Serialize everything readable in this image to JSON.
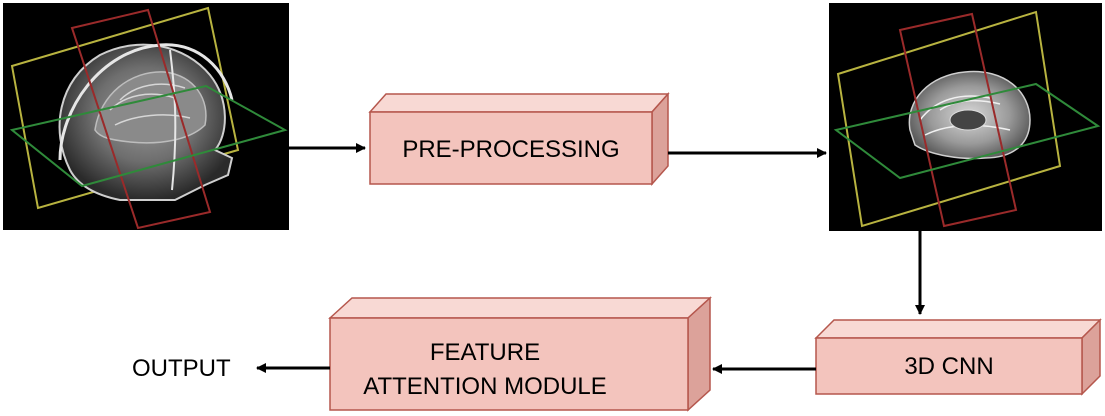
{
  "diagram": {
    "input_image": {
      "icon": "mri-head-3d-slices-icon"
    },
    "preprocessing_box": {
      "label": "PRE-PROCESSING"
    },
    "preprocessed_image": {
      "icon": "mri-brain-3d-slices-icon"
    },
    "cnn_box": {
      "label": "3D CNN"
    },
    "attention_box": {
      "label_line1": "FEATURE",
      "label_line2": "ATTENTION MODULE"
    },
    "output": {
      "label": "OUTPUT"
    }
  },
  "colors": {
    "box_front": "#f3c4bd",
    "box_top": "#f8d9d4",
    "box_side": "#dca29a",
    "box_stroke": "#b5574d",
    "plane_yellow": "#b8b340",
    "plane_red": "#9a2a2a",
    "plane_green": "#2f8a3a",
    "image_background": "#000000"
  }
}
